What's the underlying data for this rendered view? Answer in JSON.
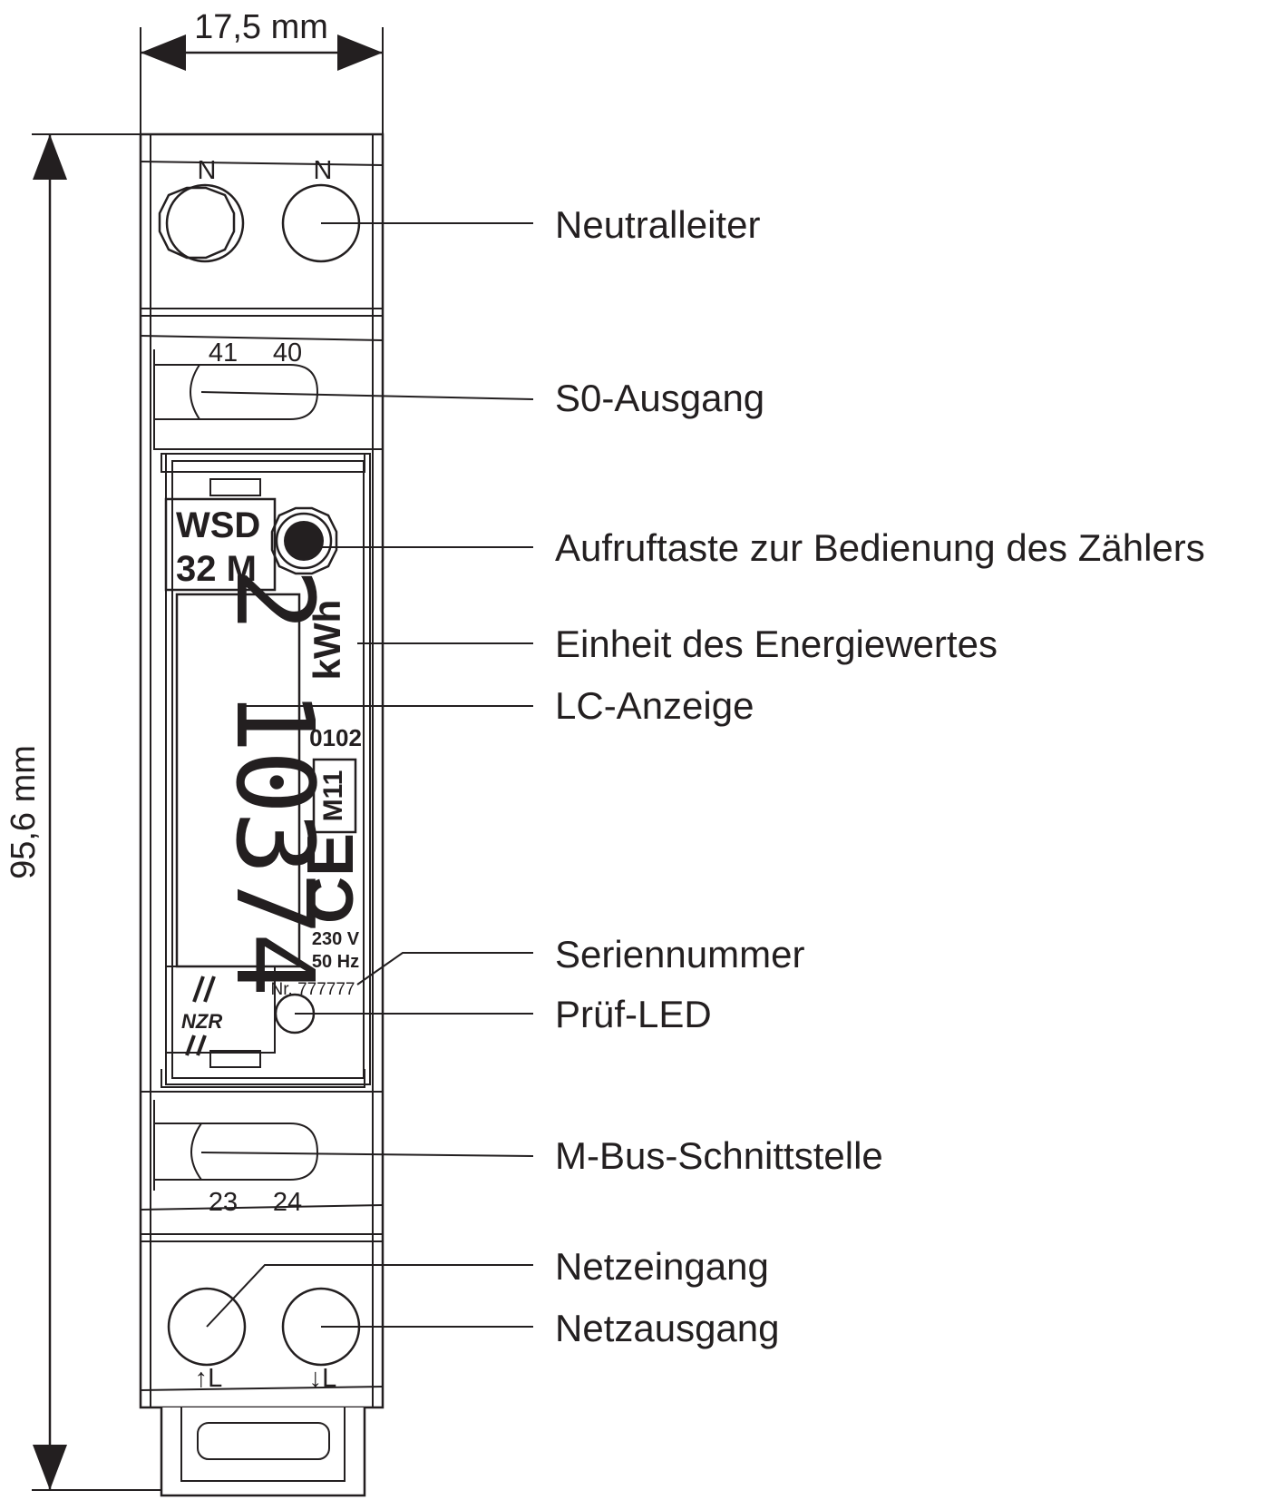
{
  "dimensions": {
    "width": "17,5 mm",
    "height": "95,6 mm"
  },
  "device": {
    "model_line1": "WSD",
    "model_line2": "32 M",
    "unit": "kWh",
    "code": "0102",
    "metrology_mark": "M11",
    "ce_mark": "CE",
    "voltage": "230 V",
    "frequency": "50 Hz",
    "serial": "Nr. 777777",
    "brand": "NZR",
    "lcd_value": "2 10374"
  },
  "terminals": {
    "n_left": "N",
    "n_right": "N",
    "s0_a": "41",
    "s0_b": "40",
    "mbus_a": "23",
    "mbus_b": "24",
    "l_in": "↑L",
    "l_out": "↓L"
  },
  "callouts": [
    "Neutralleiter",
    "S0-Ausgang",
    "Aufruftaste zur Bedienung des Zählers",
    "Einheit des Energiewertes",
    "LC-Anzeige",
    "Seriennummer",
    "Prüf-LED",
    "M-Bus-Schnittstelle",
    "Netzeingang",
    "Netzausgang"
  ]
}
